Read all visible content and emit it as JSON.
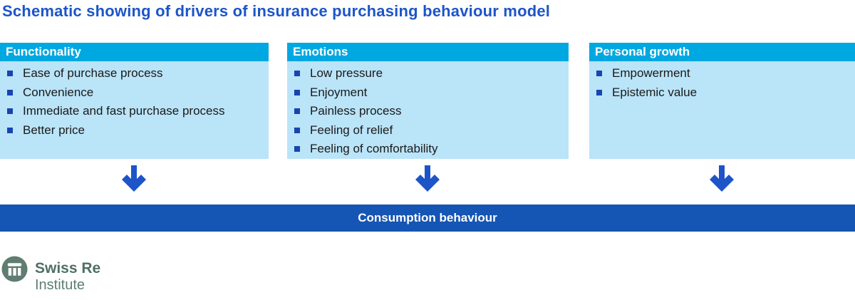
{
  "title": "Schematic showing of drivers of insurance purchasing behaviour model",
  "columns": [
    {
      "header": "Functionality",
      "items": [
        "Ease of purchase process",
        "Convenience",
        "Immediate and fast purchase process",
        "Better price"
      ]
    },
    {
      "header": "Emotions",
      "items": [
        "Low pressure",
        "Enjoyment",
        "Painless process",
        "Feeling of relief",
        "Feeling of comfortability"
      ]
    },
    {
      "header": "Personal growth",
      "items": [
        "Empowerment",
        "Epistemic value"
      ]
    }
  ],
  "result_bar": {
    "label": "Consumption behaviour"
  },
  "logo": {
    "name": "Swiss Re",
    "subtitle": "Institute"
  },
  "colors": {
    "title_blue": "#1c55c9",
    "header_cyan": "#00a8e1",
    "body_light_blue": "#bae4f8",
    "bar_dark_blue": "#1555b4",
    "arrow_blue": "#1d54c8",
    "bullet_blue": "#1745b0",
    "logo_green": "#5f7d70"
  }
}
